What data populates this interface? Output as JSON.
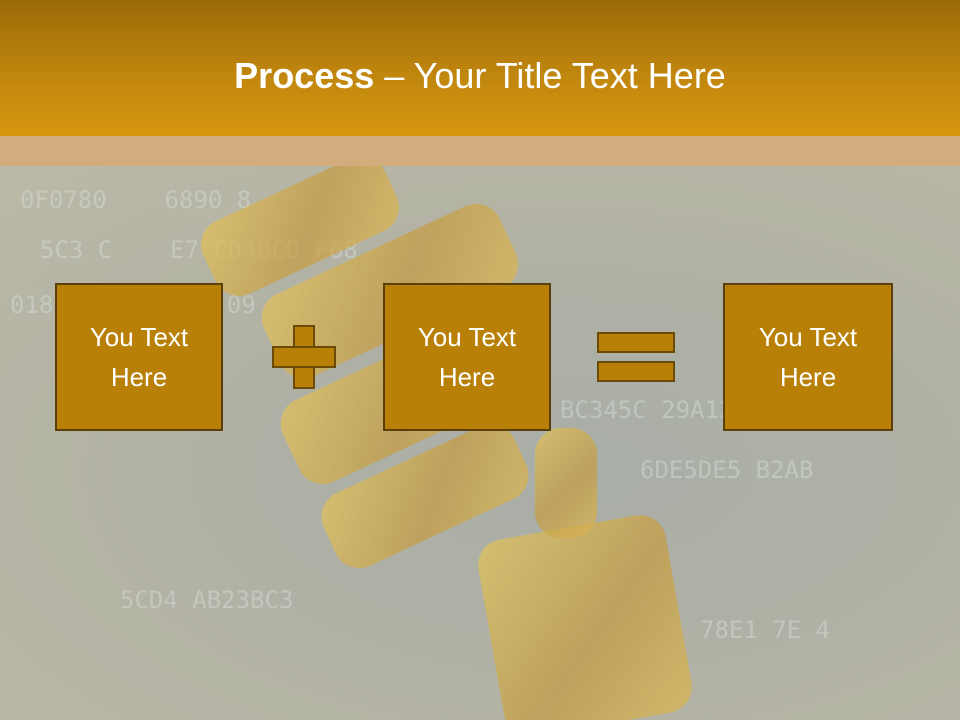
{
  "header": {
    "title_bold": "Process",
    "title_rest": " – Your Title Text Here"
  },
  "process": {
    "boxes": [
      {
        "label": "You Text Here"
      },
      {
        "label": "You Text Here"
      },
      {
        "label": "You Text Here"
      }
    ],
    "operators": [
      "plus-icon",
      "equals-icon"
    ]
  },
  "colors": {
    "header_top": "#9a6a08",
    "header_bottom": "#d7980f",
    "box_fill": "#b98008",
    "box_border": "#5a3f06",
    "text": "#ffffff"
  }
}
